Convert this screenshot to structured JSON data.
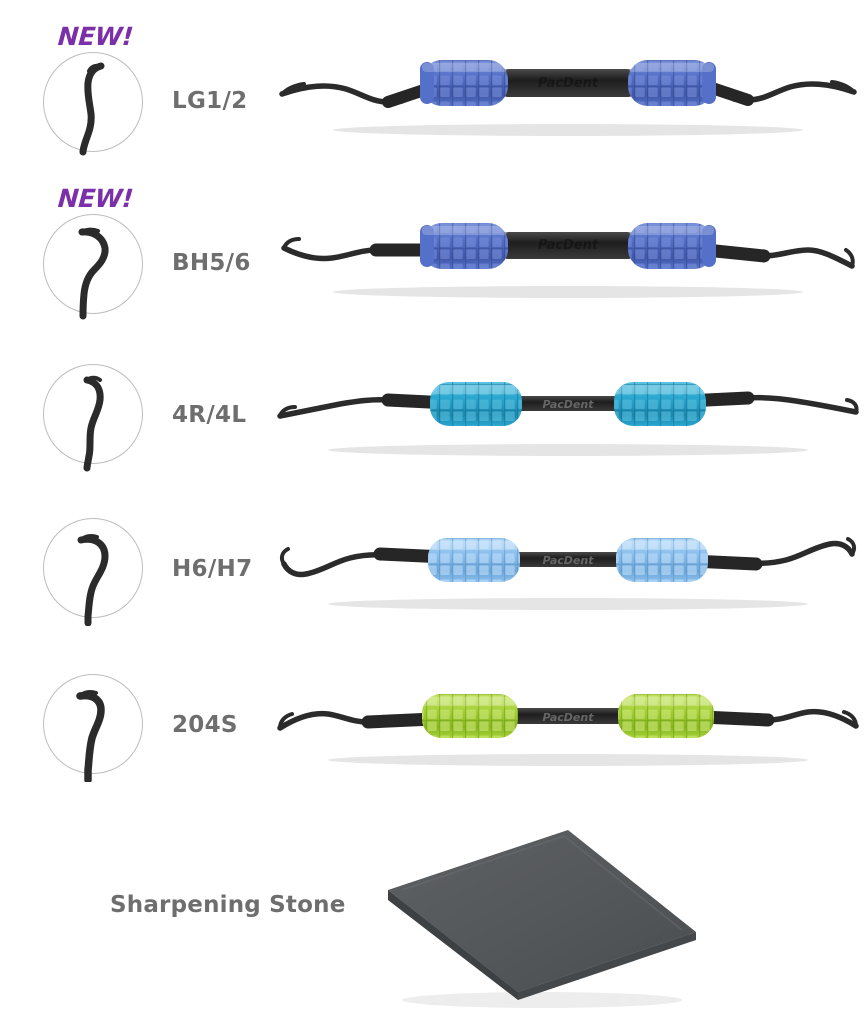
{
  "page": {
    "background_color": "#ffffff",
    "label_color": "#6e6e6e",
    "badge_color": "#7B2FA8",
    "shank_color": "#2b2b2b"
  },
  "badge": {
    "new_label": "NEW!"
  },
  "products": [
    {
      "label": "LG1/2",
      "is_new": true,
      "badge": "NEW!",
      "grip_color": "#5570c8",
      "grip_color_dark": "#3f57a8",
      "grip_color_light": "#7a92da",
      "center_style": "wide",
      "tip_icon": "scaler-tip-lg12"
    },
    {
      "label": "BH5/6",
      "is_new": true,
      "badge": "NEW!",
      "grip_color": "#5570c8",
      "grip_color_dark": "#3f57a8",
      "grip_color_light": "#7a92da",
      "center_style": "wide",
      "tip_icon": "scaler-tip-bh56"
    },
    {
      "label": "4R/4L",
      "is_new": false,
      "badge": "",
      "grip_color": "#2aa7d0",
      "grip_color_dark": "#1b87ad",
      "grip_color_light": "#5cc2e2",
      "center_style": "narrow",
      "tip_icon": "scaler-tip-4r4l"
    },
    {
      "label": "H6/H7",
      "is_new": false,
      "badge": "",
      "grip_color": "#8cc0ee",
      "grip_color_dark": "#6ba5d8",
      "grip_color_light": "#add6f6",
      "center_style": "narrow",
      "tip_icon": "scaler-tip-h6h7"
    },
    {
      "label": "204S",
      "is_new": false,
      "badge": "",
      "grip_color": "#a8d23c",
      "grip_color_dark": "#87b520",
      "grip_color_light": "#c2e265",
      "center_style": "narrow",
      "tip_icon": "scaler-tip-204s"
    }
  ],
  "accessory": {
    "label": "Sharpening Stone",
    "stone_top_color": "#56595c",
    "stone_side_color": "#3e4144",
    "stone_base_color": "#c9d2ce"
  }
}
